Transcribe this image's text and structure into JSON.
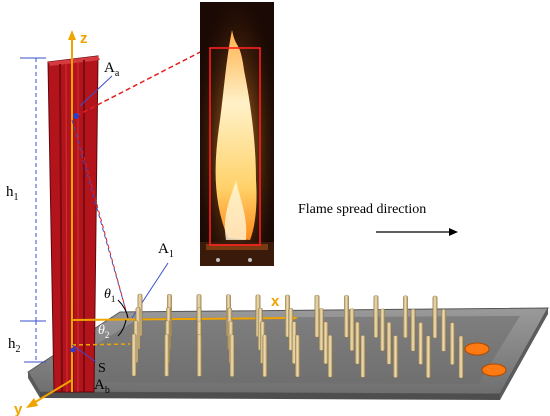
{
  "labels": {
    "z_axis": "z",
    "x_axis": "x",
    "y_axis": "y",
    "Aa": "A",
    "Aa_sub": "a",
    "Ab": "A",
    "Ab_sub": "b",
    "A1": "A",
    "A1_sub": "1",
    "h1": "h",
    "h1_sub": "1",
    "h2": "h",
    "h2_sub": "2",
    "S": "S",
    "theta1": "θ",
    "theta1_sub": "1",
    "theta2": "θ",
    "theta2_sub": "2"
  },
  "annotation": {
    "flame_spread": "Flame spread direction"
  },
  "colors": {
    "wall": "#b3141b",
    "wall_dark": "#7a0b10",
    "axis": "#f0a400",
    "rod": "#e2cfa0",
    "base": "#8a8a8a",
    "red_dash": "#e0201f",
    "blue_dash": "#3a4fd0",
    "photo_frame": "#ff2020",
    "burner": "#ff7a12"
  }
}
